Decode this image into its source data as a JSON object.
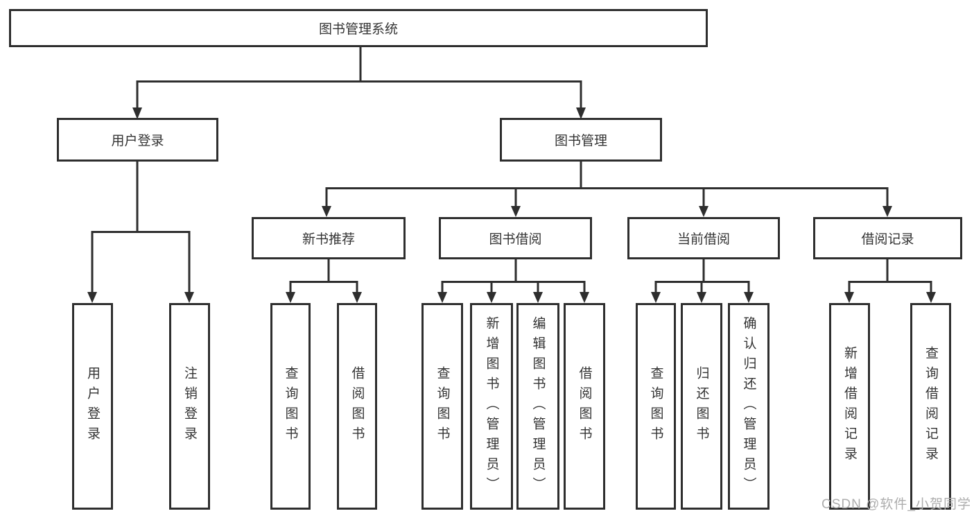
{
  "title": "图书管理系统",
  "level2": {
    "user_login": "用户登录",
    "book_mgmt": "图书管理"
  },
  "level3": {
    "new_books": "新书推荐",
    "borrow": "图书借阅",
    "current": "当前借阅",
    "records": "借阅记录"
  },
  "leaves": {
    "user_login": [
      "用户登录",
      "注销登录"
    ],
    "new_books": [
      "查询图书",
      "借阅图书"
    ],
    "borrow": [
      "查询图书",
      "新增图书（管理员）",
      "编辑图书（管理员）",
      "借阅图书"
    ],
    "current": [
      "查询图书",
      "归还图书",
      "确认归还（管理员）"
    ],
    "records": [
      "新增借阅记录",
      "查询借阅记录"
    ]
  },
  "watermark": "CSDN @软件_小贺同学",
  "colors": {
    "line": "#2e2e2e",
    "text": "#333333",
    "box_background": "#ffffff",
    "watermark": "#adadad"
  }
}
